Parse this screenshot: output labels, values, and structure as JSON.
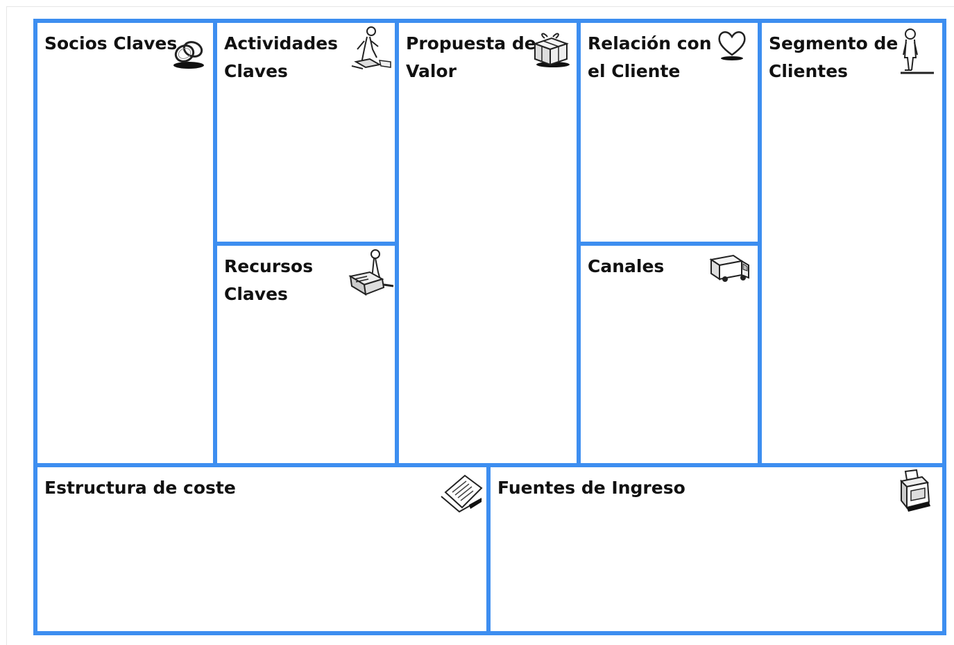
{
  "canvas": {
    "accent_color": "#3d8ef0",
    "blocks": {
      "key_partners": {
        "title": "Socios Claves",
        "icon": "linked-rings-icon"
      },
      "key_activities": {
        "title": "Actividades\nClaves",
        "icon": "worker-with-tools-icon"
      },
      "key_resources": {
        "title": "Recursos\nClaves",
        "icon": "person-with-machine-icon"
      },
      "value_proposition": {
        "title": "Propuesta de\nValor",
        "icon": "gift-box-icon"
      },
      "customer_relationships": {
        "title": "Relación con\nel Cliente",
        "icon": "heart-icon"
      },
      "channels": {
        "title": "Canales",
        "icon": "delivery-truck-icon"
      },
      "customer_segments": {
        "title": "Segmento de\nClientes",
        "icon": "standing-person-icon"
      },
      "cost_structure": {
        "title": "Estructura de coste",
        "icon": "receipt-paper-icon"
      },
      "revenue_streams": {
        "title": "Fuentes de Ingreso",
        "icon": "cash-register-icon"
      }
    }
  }
}
